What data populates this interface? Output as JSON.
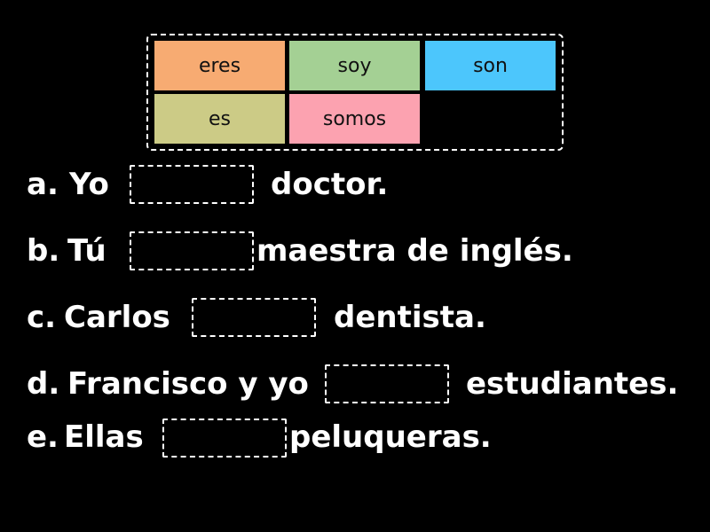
{
  "word_bank": {
    "tiles": [
      {
        "label": "eres",
        "color": "#f7ab72"
      },
      {
        "label": "soy",
        "color": "#a4d094"
      },
      {
        "label": "son",
        "color": "#4cc6fc"
      },
      {
        "label": "es",
        "color": "#cccb86"
      },
      {
        "label": "somos",
        "color": "#fca2b0"
      }
    ]
  },
  "sentences": [
    {
      "prefix": "a.",
      "before": "Yo",
      "after": "doctor."
    },
    {
      "prefix": "b.",
      "before": "Tú",
      "after": "maestra de inglés."
    },
    {
      "prefix": "c.",
      "before": "Carlos",
      "after": "dentista."
    },
    {
      "prefix": "d.",
      "before": "Francisco y yo",
      "after": "estudiantes."
    },
    {
      "prefix": "e.",
      "before": "Ellas",
      "after": "peluqueras."
    }
  ]
}
